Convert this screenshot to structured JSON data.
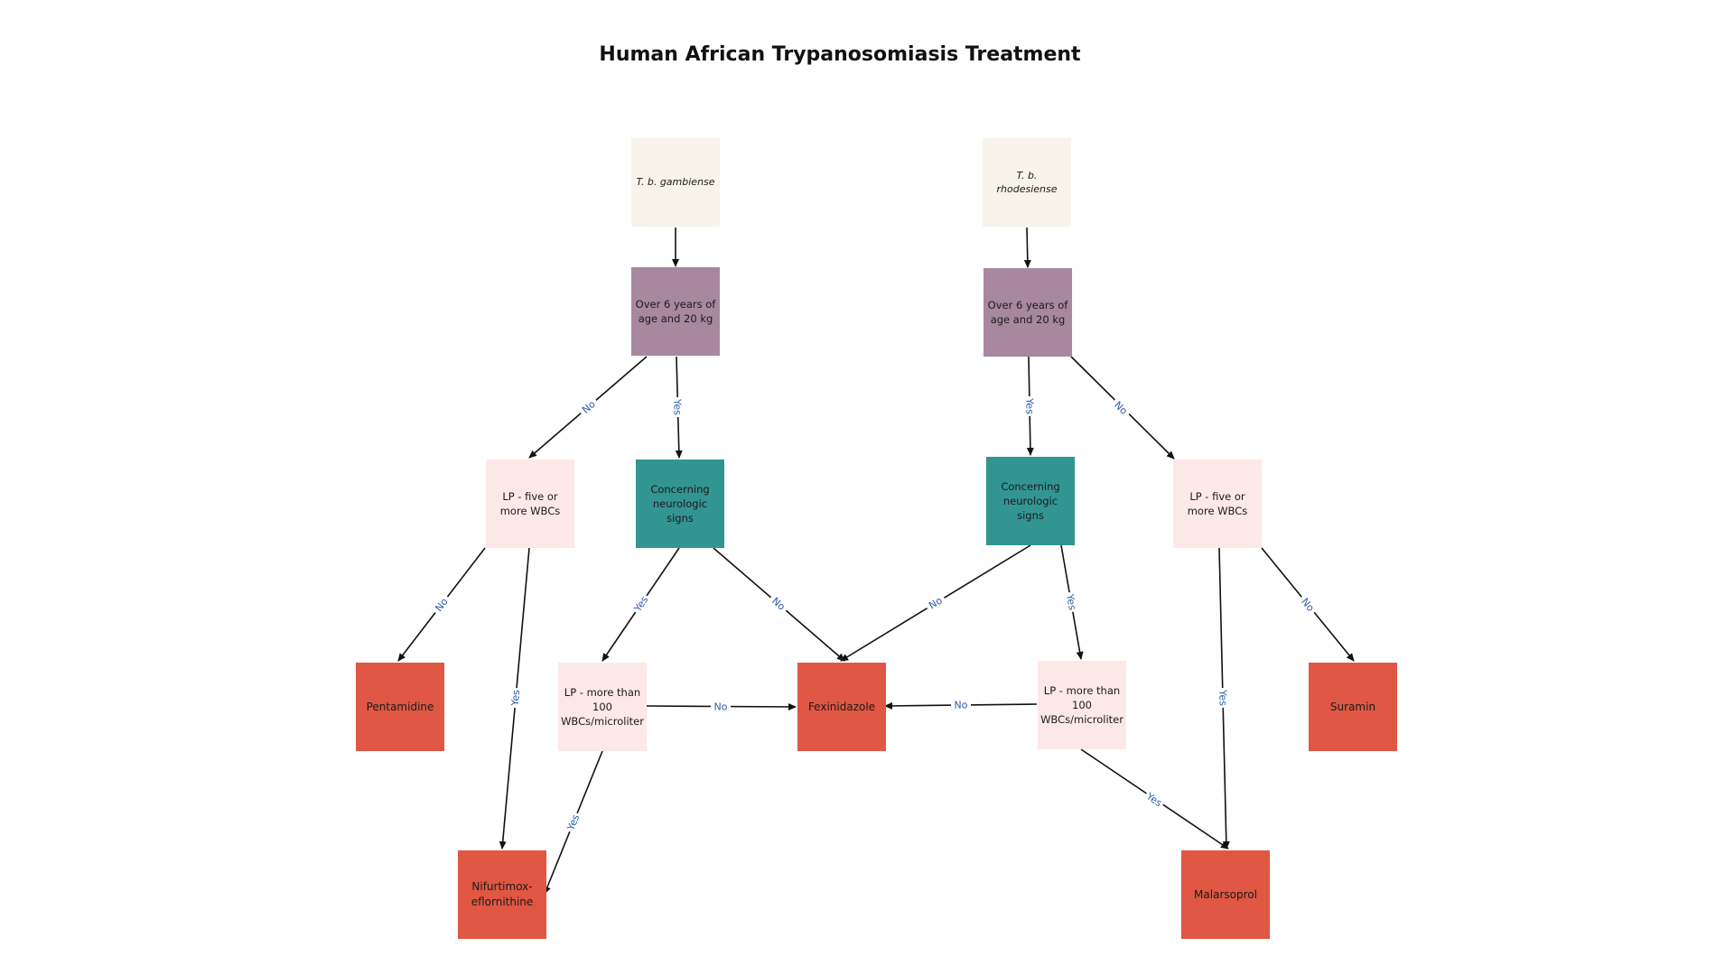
{
  "title": "Human African Trypanosomiasis Treatment",
  "colors": {
    "pathogen": "#f8f4ec",
    "age_check": "#a7889e",
    "lp_check": "#fde8e8",
    "neuro_check": "#339591",
    "treatment": "#e05744",
    "edge": "#111111",
    "edge_label": "#2b5ea6"
  },
  "nodes": [
    {
      "id": "gambiense",
      "label": "T. b. gambiense",
      "kind": "pathogen"
    },
    {
      "id": "rhodesiense",
      "label": "T. b. rhodesiense",
      "kind": "pathogen"
    },
    {
      "id": "age_g",
      "label": "Over 6 years of age and 20 kg",
      "kind": "age_check"
    },
    {
      "id": "age_r",
      "label": "Over 6 years of age and 20 kg",
      "kind": "age_check"
    },
    {
      "id": "lp5_g",
      "label": "LP - five or more WBCs",
      "kind": "lp_check"
    },
    {
      "id": "neuro_g",
      "label": "Concerning neurologic signs",
      "kind": "neuro_check"
    },
    {
      "id": "neuro_r",
      "label": "Concerning neurologic signs",
      "kind": "neuro_check"
    },
    {
      "id": "lp5_r",
      "label": "LP - five or more WBCs",
      "kind": "lp_check"
    },
    {
      "id": "pentamidine",
      "label": "Pentamidine",
      "kind": "treatment"
    },
    {
      "id": "lp100_g",
      "label": "LP - more than 100 WBCs/microliter",
      "kind": "lp_check"
    },
    {
      "id": "fexinidazole",
      "label": "Fexinidazole",
      "kind": "treatment"
    },
    {
      "id": "lp100_r",
      "label": "LP - more than 100 WBCs/microliter",
      "kind": "lp_check"
    },
    {
      "id": "suramin",
      "label": "Suramin",
      "kind": "treatment"
    },
    {
      "id": "nifurtimox",
      "label": "Nifurtimox-eflornithine",
      "kind": "treatment"
    },
    {
      "id": "malarsoprol",
      "label": "Malarsoprol",
      "kind": "treatment"
    }
  ],
  "edges": [
    {
      "id": "e1",
      "from": "gambiense",
      "to": "age_g",
      "label": ""
    },
    {
      "id": "e2",
      "from": "rhodesiense",
      "to": "age_r",
      "label": ""
    },
    {
      "id": "e3",
      "from": "age_g",
      "to": "lp5_g",
      "label": "No"
    },
    {
      "id": "e4",
      "from": "age_g",
      "to": "neuro_g",
      "label": "Yes"
    },
    {
      "id": "e5",
      "from": "age_r",
      "to": "neuro_r",
      "label": "Yes"
    },
    {
      "id": "e6",
      "from": "age_r",
      "to": "lp5_r",
      "label": "No"
    },
    {
      "id": "e7",
      "from": "lp5_g",
      "to": "pentamidine",
      "label": "No"
    },
    {
      "id": "e8",
      "from": "lp5_g",
      "to": "nifurtimox",
      "label": "Yes"
    },
    {
      "id": "e9",
      "from": "neuro_g",
      "to": "lp100_g",
      "label": "Yes"
    },
    {
      "id": "e10",
      "from": "neuro_g",
      "to": "fexinidazole",
      "label": "No"
    },
    {
      "id": "e11",
      "from": "neuro_r",
      "to": "fexinidazole",
      "label": "No"
    },
    {
      "id": "e12",
      "from": "neuro_r",
      "to": "lp100_r",
      "label": "Yes"
    },
    {
      "id": "e13",
      "from": "lp5_r",
      "to": "malarsoprol",
      "label": "Yes"
    },
    {
      "id": "e14",
      "from": "lp5_r",
      "to": "suramin",
      "label": "No"
    },
    {
      "id": "e15",
      "from": "lp100_g",
      "to": "fexinidazole",
      "label": "No"
    },
    {
      "id": "e16",
      "from": "lp100_g",
      "to": "nifurtimox",
      "label": "Yes"
    },
    {
      "id": "e17",
      "from": "lp100_r",
      "to": "fexinidazole",
      "label": "No"
    },
    {
      "id": "e18",
      "from": "lp100_r",
      "to": "malarsoprol",
      "label": "Yes"
    }
  ]
}
